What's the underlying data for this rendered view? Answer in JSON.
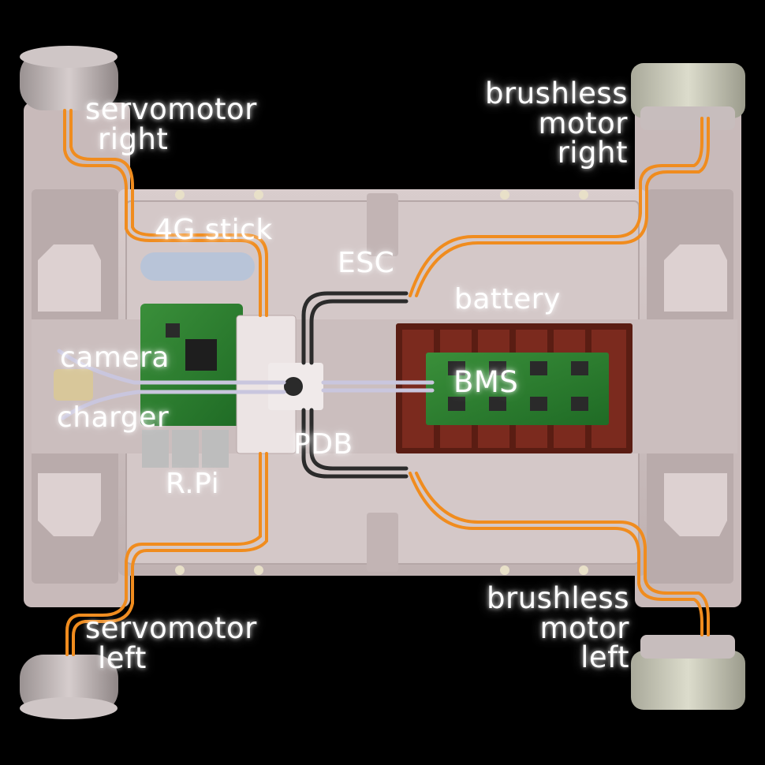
{
  "labels": {
    "servomotor_right": [
      "servomotor",
      "right"
    ],
    "brushless_motor_right": [
      "brushless",
      "motor",
      "right"
    ],
    "stick_4g": "4G stick",
    "esc": "ESC",
    "battery": "battery",
    "camera": "camera",
    "bms": "BMS",
    "charger": "charger",
    "pdb": "PDB",
    "rpi": "R.Pi",
    "servomotor_left": [
      "servomotor",
      "left"
    ],
    "brushless_motor_left": [
      "brushless",
      "motor",
      "left"
    ]
  },
  "colors": {
    "background": "#000000",
    "chassis": "#cfc2c2",
    "wire_orange": "#f08c1e",
    "pcb_green": "#2e7d32",
    "battery_cell": "#7b2a1e",
    "label_text": "#ffffff"
  }
}
